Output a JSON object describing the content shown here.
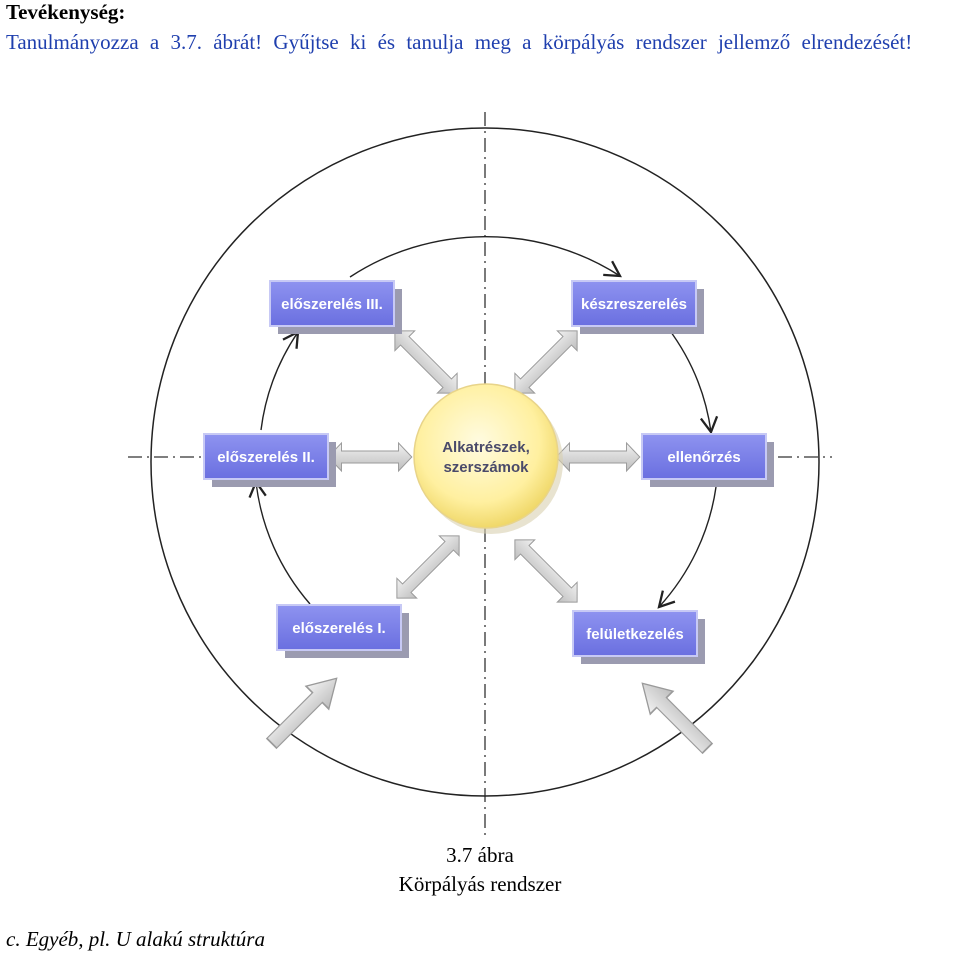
{
  "header": {
    "title": "Tevékenység:",
    "instruction": "Tanulmányozza a 3.7. ábrát! Gyűjtse ki és tanulja meg a körpályás rendszer jellemző elrendezését!"
  },
  "diagram": {
    "center": {
      "line1": "Alkatrészek,",
      "line2": "szerszámok"
    },
    "nodes": [
      {
        "id": "eloszereles-3",
        "label": "előszerelés III."
      },
      {
        "id": "keszreszereles",
        "label": "készreszerelés"
      },
      {
        "id": "eloszereles-2",
        "label": "előszerelés II."
      },
      {
        "id": "ellenorzes",
        "label": "ellenőrzés"
      },
      {
        "id": "eloszereles-1",
        "label": "előszerelés I."
      },
      {
        "id": "feluletkezeles",
        "label": "felületkezelés"
      }
    ],
    "colors": {
      "box_fill": "#7b80e8",
      "box_border": "#c7c9f5",
      "center_fill": "#fff3a8",
      "arrow_fill": "#d9d9d9"
    }
  },
  "figure": {
    "number": "3.7 ábra",
    "caption": "Körpályás rendszer"
  },
  "next_section": "c. Egyéb, pl. U alakú struktúra"
}
